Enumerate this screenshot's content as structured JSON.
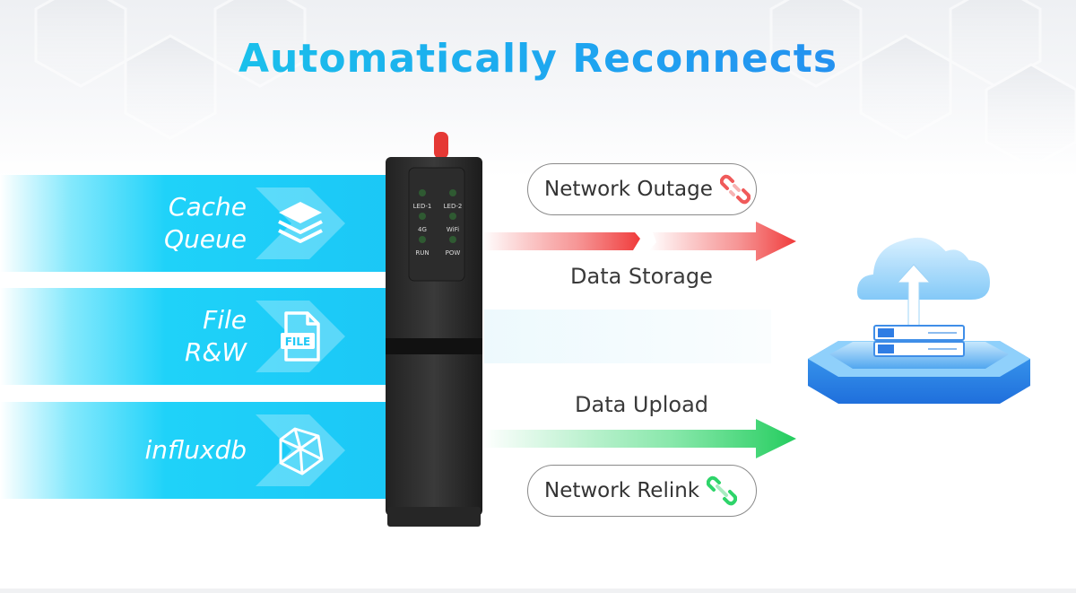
{
  "title": "Automatically Reconnects",
  "colors": {
    "title_gradient_start": "#18d3e8",
    "title_gradient_end": "#2a7ff0",
    "band": "#1fd2f9",
    "outage_red": "#f03a3a",
    "relink_green": "#2ed46a",
    "cloud_blue": "#3aa6f5"
  },
  "features": [
    {
      "label_line1": "Cache",
      "label_line2": "Queue",
      "icon": "stack-layers-icon"
    },
    {
      "label_line1": "File",
      "label_line2": "R&W",
      "icon": "file-icon",
      "icon_text": "FILE"
    },
    {
      "label_line1": "influxdb",
      "label_line2": "",
      "icon": "polyhedron-icon"
    }
  ],
  "device": {
    "leds": [
      {
        "label": "LED-1"
      },
      {
        "label": "LED-2"
      },
      {
        "label": "4G"
      },
      {
        "label": "WiFi"
      },
      {
        "label": "RUN"
      },
      {
        "label": "POW"
      }
    ]
  },
  "outage": {
    "pill_label": "Network Outage",
    "pill_icon": "broken-link-icon",
    "arrow_label": "Data Storage"
  },
  "relink": {
    "pill_label": "Network Relink",
    "pill_icon": "link-icon",
    "arrow_label": "Data Upload"
  },
  "cloud": {
    "icon": "cloud-upload-server-icon"
  }
}
